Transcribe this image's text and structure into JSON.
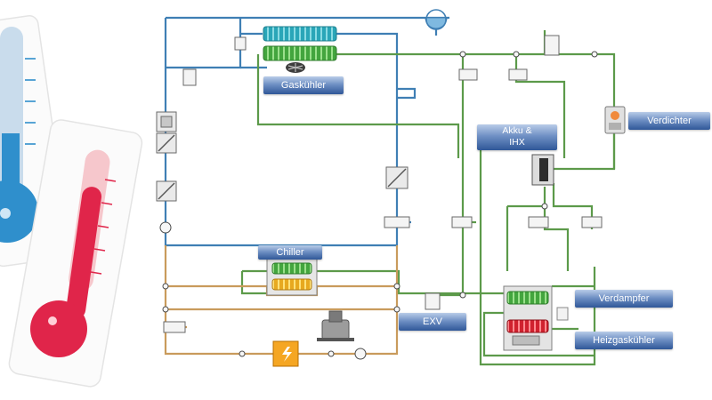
{
  "labels": {
    "gaskuehler": "Gaskühler",
    "chiller": "Chiller",
    "akku_ihx": "Akku &\nIHX",
    "verdichter": "Verdichter",
    "verdampfer": "Verdampfer",
    "heizgaskuehler": "Heizgaskühler",
    "exv": "EXV"
  },
  "colors": {
    "blue_line": "#3f7fb4",
    "green_line": "#5c9a4a",
    "orange_line": "#c99b5c",
    "cyan_coil": "#2aa6b8",
    "green_coil": "#4fb14a",
    "yellow_coil": "#e7b52a",
    "red_coil": "#d92f3a",
    "thermo_blue": "#2f8fcc",
    "thermo_red": "#e0254a",
    "heater": "#f5a623"
  },
  "icons": {
    "cold_thermometer": "thermometer-cold-icon",
    "hot_thermometer": "thermometer-hot-icon",
    "fan": "fan-icon",
    "compressor": "compressor-icon",
    "pump": "pump-icon",
    "heater": "heater-icon",
    "valve": "valve-icon",
    "reservoir": "reservoir-icon"
  }
}
